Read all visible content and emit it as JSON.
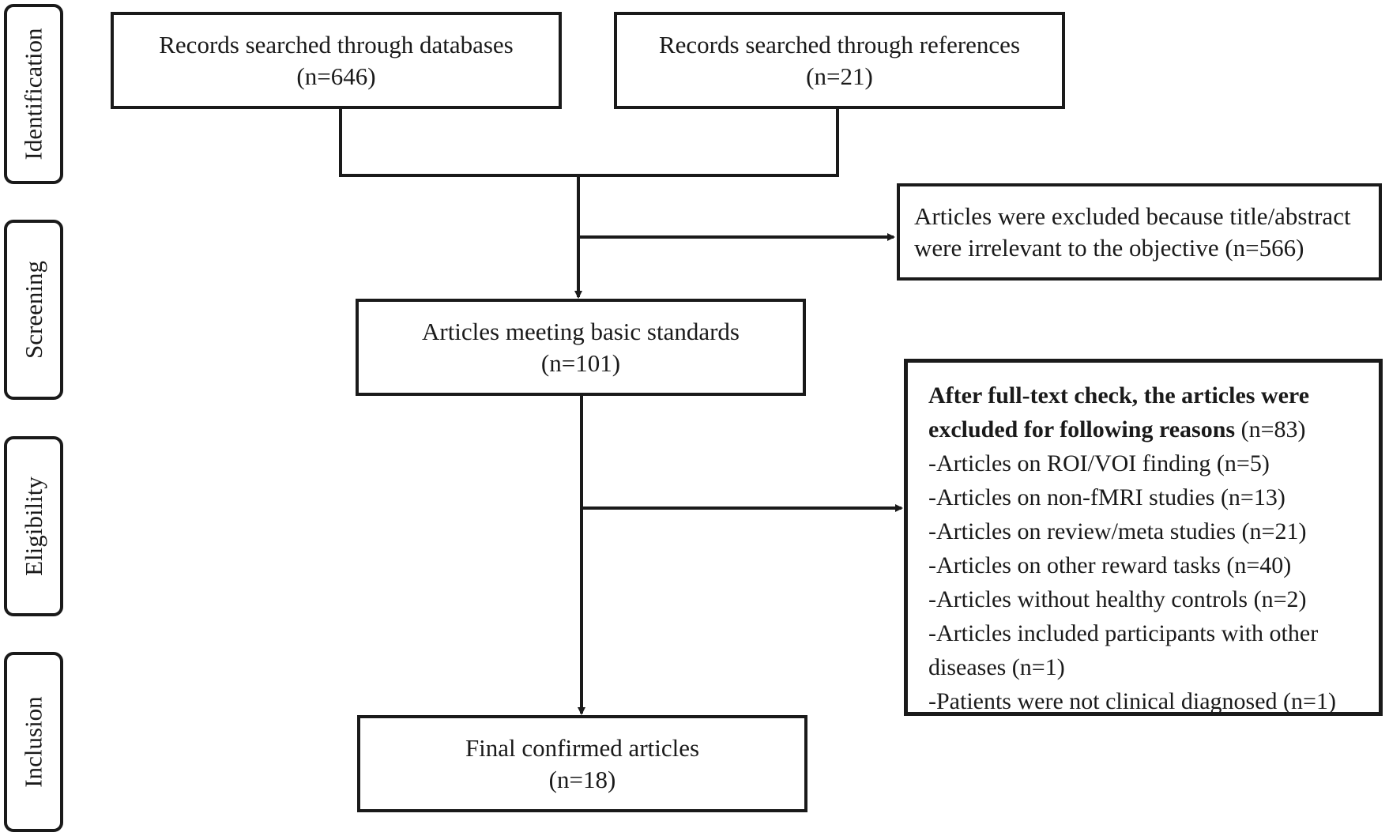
{
  "phases": {
    "identification": "Identification",
    "screening": "Screening",
    "eligibility": "Eligibility",
    "inclusion": "Inclusion"
  },
  "boxes": {
    "databases": {
      "line1": "Records searched through databases",
      "line2": "(n=646)"
    },
    "references": {
      "line1": "Records searched through references",
      "line2": "(n=21)"
    },
    "excluded_title": {
      "line1": "Articles were excluded because title/abstract",
      "line2": "were irrelevant to the objective (n=566)"
    },
    "basic_standards": {
      "line1": "Articles meeting basic standards",
      "line2": "(n=101)"
    },
    "final": {
      "line1": "Final confirmed articles",
      "line2": "(n=18)"
    }
  },
  "fulltext_exclusion": {
    "heading_line1": "After full-text check, the articles were",
    "heading_line2_bold": "excluded for following reasons",
    "heading_line2_count": " (n=83)",
    "reasons": [
      "-Articles on ROI/VOI finding (n=5)",
      "-Articles on non-fMRI studies (n=13)",
      "-Articles on review/meta studies (n=21)",
      "-Articles on other reward tasks (n=40)",
      "-Articles without healthy controls (n=2)",
      "-Articles included participants with other",
      "diseases (n=1)",
      "-Patients were not clinical diagnosed (n=1)"
    ]
  }
}
